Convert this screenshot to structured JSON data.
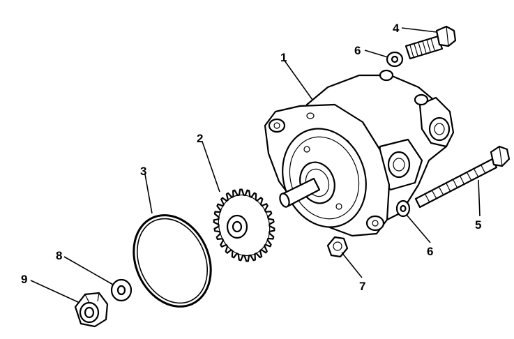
{
  "diagram": {
    "callouts": [
      {
        "id": "1",
        "part": "pump-housing"
      },
      {
        "id": "2",
        "part": "drive-gear"
      },
      {
        "id": "3",
        "part": "o-ring"
      },
      {
        "id": "4",
        "part": "bolt-short"
      },
      {
        "id": "5",
        "part": "bolt-long"
      },
      {
        "id": "6",
        "part": "washer-upper"
      },
      {
        "id": "6",
        "part": "washer-lower"
      },
      {
        "id": "7",
        "part": "nut-small"
      },
      {
        "id": "8",
        "part": "washer-flat"
      },
      {
        "id": "9",
        "part": "nut-large"
      }
    ]
  }
}
